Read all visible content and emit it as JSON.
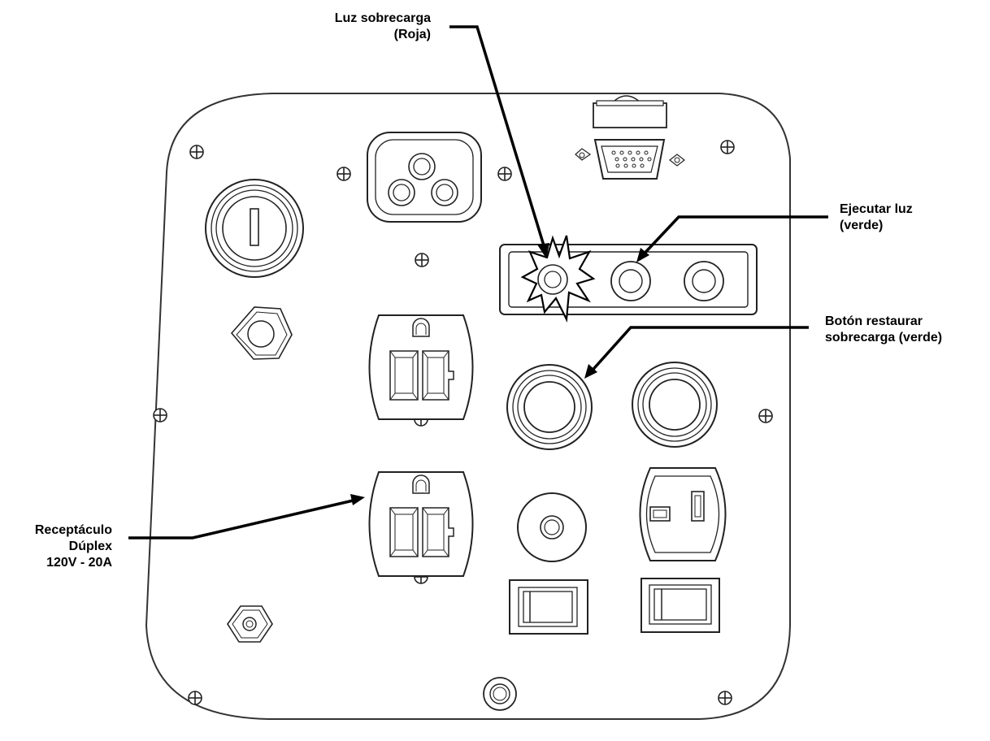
{
  "labels": {
    "overload_light": {
      "line1": "Luz sobrecarga",
      "line2": "(Roja)"
    },
    "run_light": {
      "line1": "Ejecutar luz",
      "line2": "(verde)"
    },
    "reset_button": {
      "line1": "Botón restaurar",
      "line2": "sobrecarga (verde)"
    },
    "duplex": {
      "line1": "Receptáculo",
      "line2": "Dúplex",
      "line3": "120V - 20A"
    }
  },
  "switch_marking": "I",
  "colors": {
    "line": "#000000",
    "panel_stroke": "#333333",
    "background": "#ffffff"
  }
}
